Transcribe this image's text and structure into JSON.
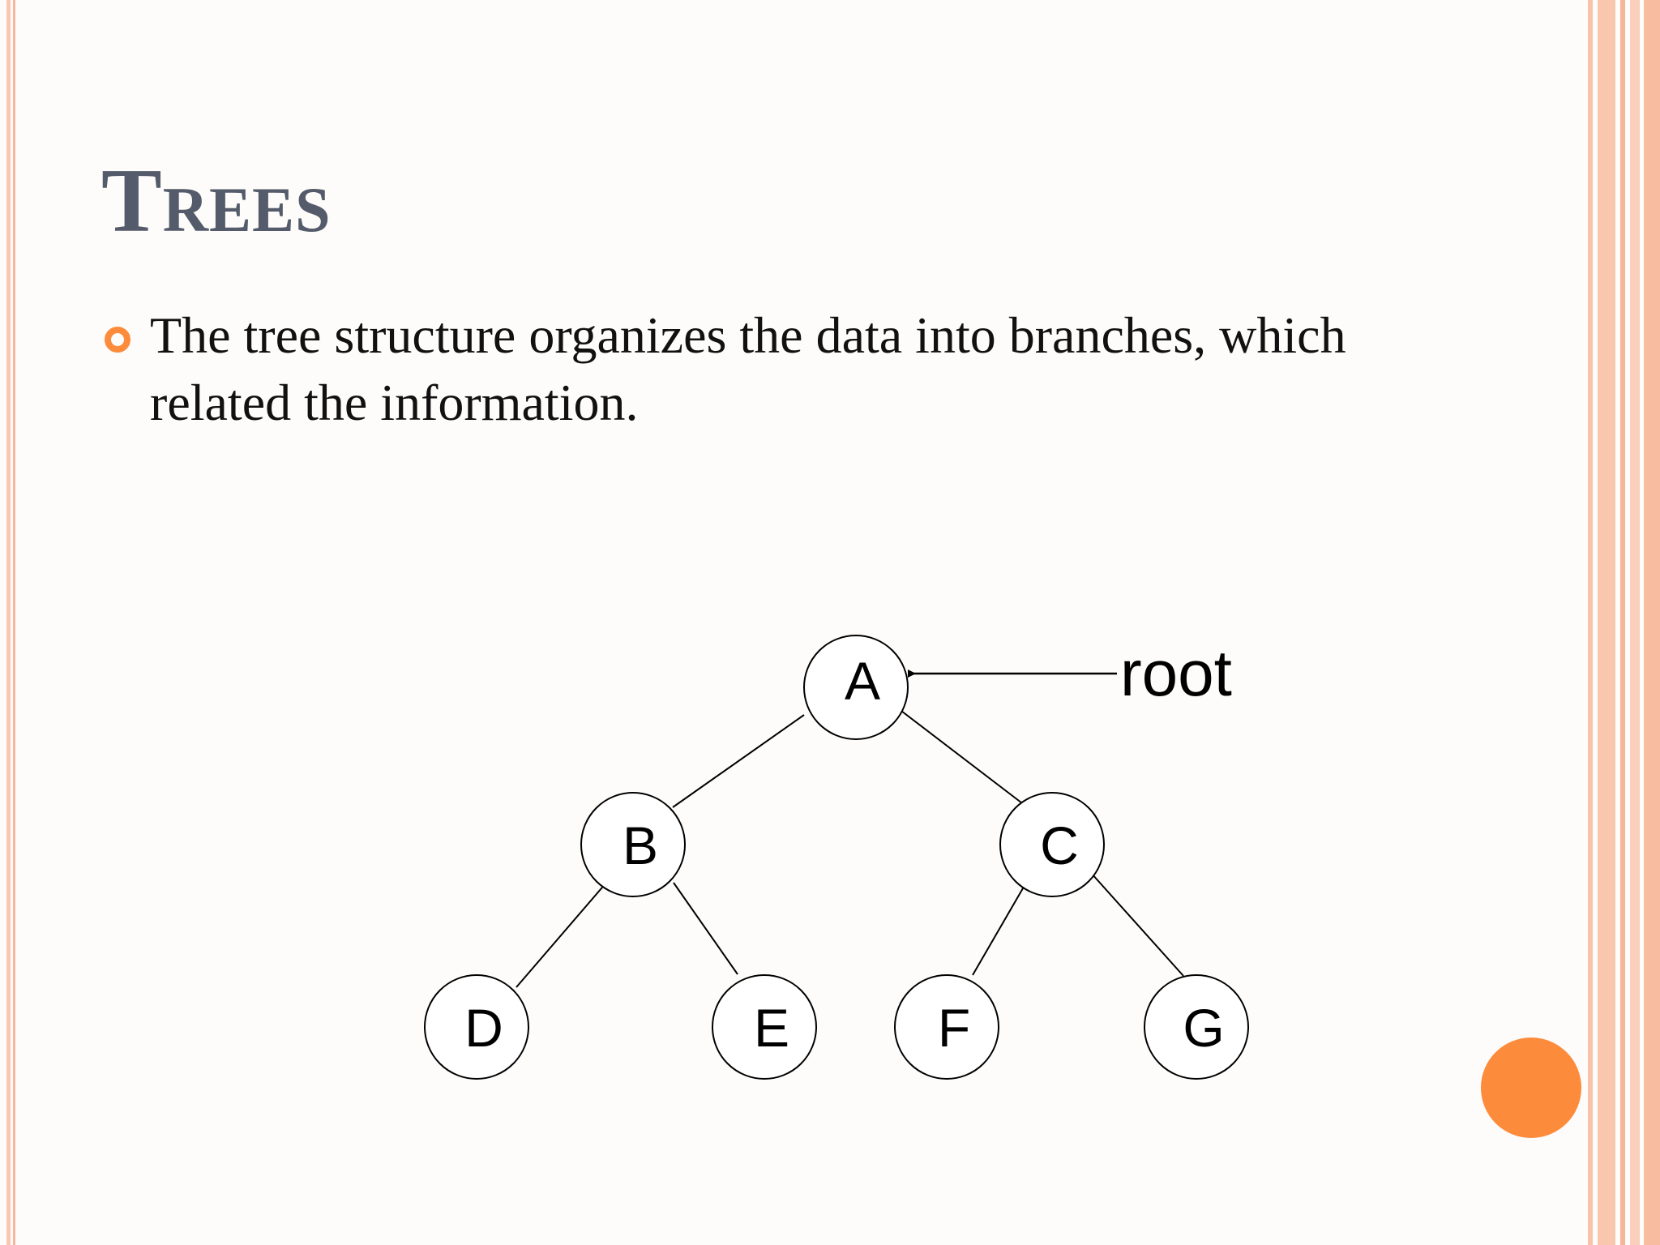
{
  "slide": {
    "title": "Trees",
    "bullet": "The tree structure organizes the data into branches, which related the information."
  },
  "tree": {
    "nodes": [
      "A",
      "B",
      "C",
      "D",
      "E",
      "F",
      "G"
    ],
    "edges": [
      [
        "A",
        "B"
      ],
      [
        "A",
        "C"
      ],
      [
        "B",
        "D"
      ],
      [
        "B",
        "E"
      ],
      [
        "C",
        "F"
      ],
      [
        "C",
        "G"
      ]
    ],
    "root_label": "root",
    "root_node": "A"
  },
  "icons": {
    "bullet": "ring-bullet-icon",
    "arrow": "arrow-left-icon"
  },
  "colors": {
    "accent": "#fd8b3c",
    "title": "#545b6a",
    "border": "#f7b89c"
  }
}
